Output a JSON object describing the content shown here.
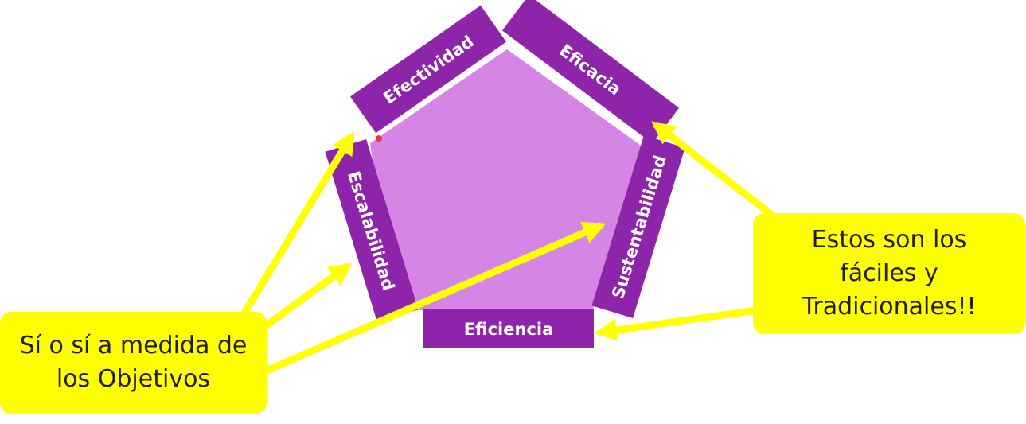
{
  "colors": {
    "pentagon_fill": "#d585e3",
    "band_fill": "#8e24aa",
    "arrow": "#ffff00",
    "callout_fill": "#ffff00",
    "label_text": "#ffffff",
    "callout_text": "#1f1f1f",
    "dot": "#e8344a"
  },
  "diagram": {
    "sides": [
      {
        "id": "efectividad",
        "label": "Efectividad"
      },
      {
        "id": "eficacia",
        "label": "Eficacia"
      },
      {
        "id": "sustentabilidad",
        "label": "Sustentabilidad"
      },
      {
        "id": "eficiencia",
        "label": "Eficiencia"
      },
      {
        "id": "escalabilidad",
        "label": "Escalabilidad"
      }
    ]
  },
  "callouts": {
    "left": {
      "lines": [
        "Sí o sí a medida de",
        "los Objetivos"
      ]
    },
    "right": {
      "lines": [
        "Estos son los",
        "fáciles y",
        "Tradicionales!!"
      ]
    }
  }
}
